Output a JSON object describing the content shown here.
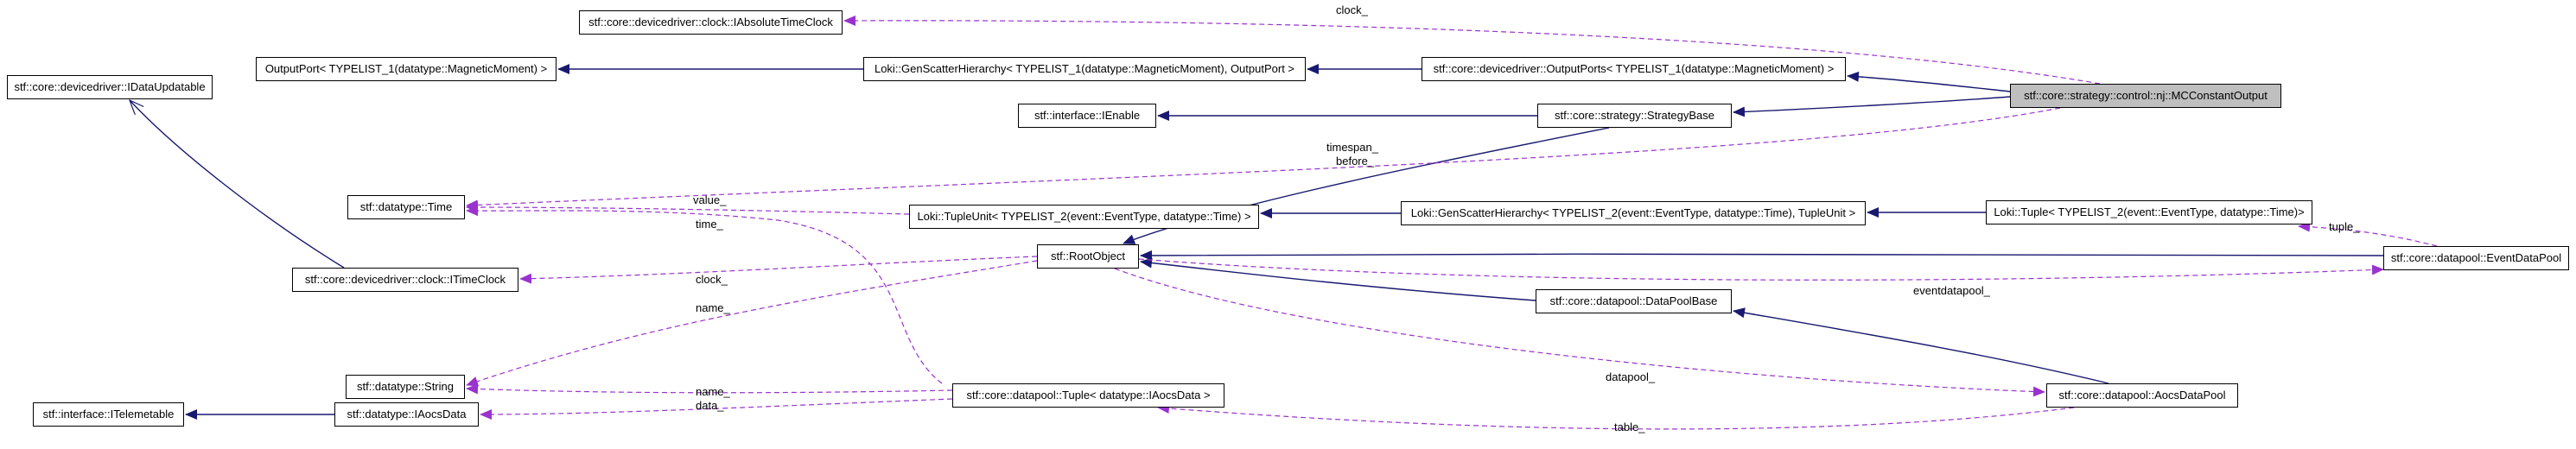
{
  "diagram": {
    "nodes": [
      {
        "id": "absclock",
        "label": "stf::core::devicedriver::clock::IAbsoluteTimeClock"
      },
      {
        "id": "dataup",
        "label": "stf::core::devicedriver::IDataUpdatable"
      },
      {
        "id": "outport",
        "label": "OutputPort< TYPELIST_1(datatype::MagneticMoment) >"
      },
      {
        "id": "gsh1",
        "label": "Loki::GenScatterHierarchy< TYPELIST_1(datatype::MagneticMoment), OutputPort >"
      },
      {
        "id": "outports",
        "label": "stf::core::devicedriver::OutputPorts< TYPELIST_1(datatype::MagneticMoment) >"
      },
      {
        "id": "mcconst",
        "label": "stf::core::strategy::control::nj::MCConstantOutput"
      },
      {
        "id": "ienable",
        "label": "stf::interface::IEnable"
      },
      {
        "id": "stratbase",
        "label": "stf::core::strategy::StrategyBase"
      },
      {
        "id": "time",
        "label": "stf::datatype::Time"
      },
      {
        "id": "tupleunit",
        "label": "Loki::TupleUnit< TYPELIST_2(event::EventType, datatype::Time) >"
      },
      {
        "id": "gsh2",
        "label": "Loki::GenScatterHierarchy< TYPELIST_2(event::EventType, datatype::Time), TupleUnit >"
      },
      {
        "id": "lokituple",
        "label": "Loki::Tuple< TYPELIST_2(event::EventType, datatype::Time)>"
      },
      {
        "id": "eventpool",
        "label": "stf::core::datapool::EventDataPool"
      },
      {
        "id": "itimeclock",
        "label": "stf::core::devicedriver::clock::ITimeClock"
      },
      {
        "id": "rootobj",
        "label": "stf::RootObject"
      },
      {
        "id": "string",
        "label": "stf::datatype::String"
      },
      {
        "id": "poolbase",
        "label": "stf::core::datapool::DataPoolBase"
      },
      {
        "id": "aocspool",
        "label": "stf::core::datapool::AocsDataPool"
      },
      {
        "id": "itelem",
        "label": "stf::interface::ITelemetable"
      },
      {
        "id": "iaocs",
        "label": "stf::datatype::IAocsData"
      },
      {
        "id": "dptuple",
        "label": "stf::core::datapool::Tuple< datatype::IAocsData >"
      }
    ],
    "edge_labels": {
      "clock_top": "clock_",
      "timespan": "timespan_",
      "before": "before_",
      "value": "value_",
      "time": "time_",
      "tuple": "tuple_",
      "clock_mid": "clock_",
      "eventdatapool": "eventdatapool_",
      "name1": "name_",
      "name2": "name_",
      "datapool": "datapool_",
      "data": "data_",
      "table": "table_"
    },
    "colors": {
      "inheritance": "#191970",
      "usage": "#9a32cd",
      "focus_fill": "#bfbfbf",
      "node_border": "#000000"
    }
  }
}
